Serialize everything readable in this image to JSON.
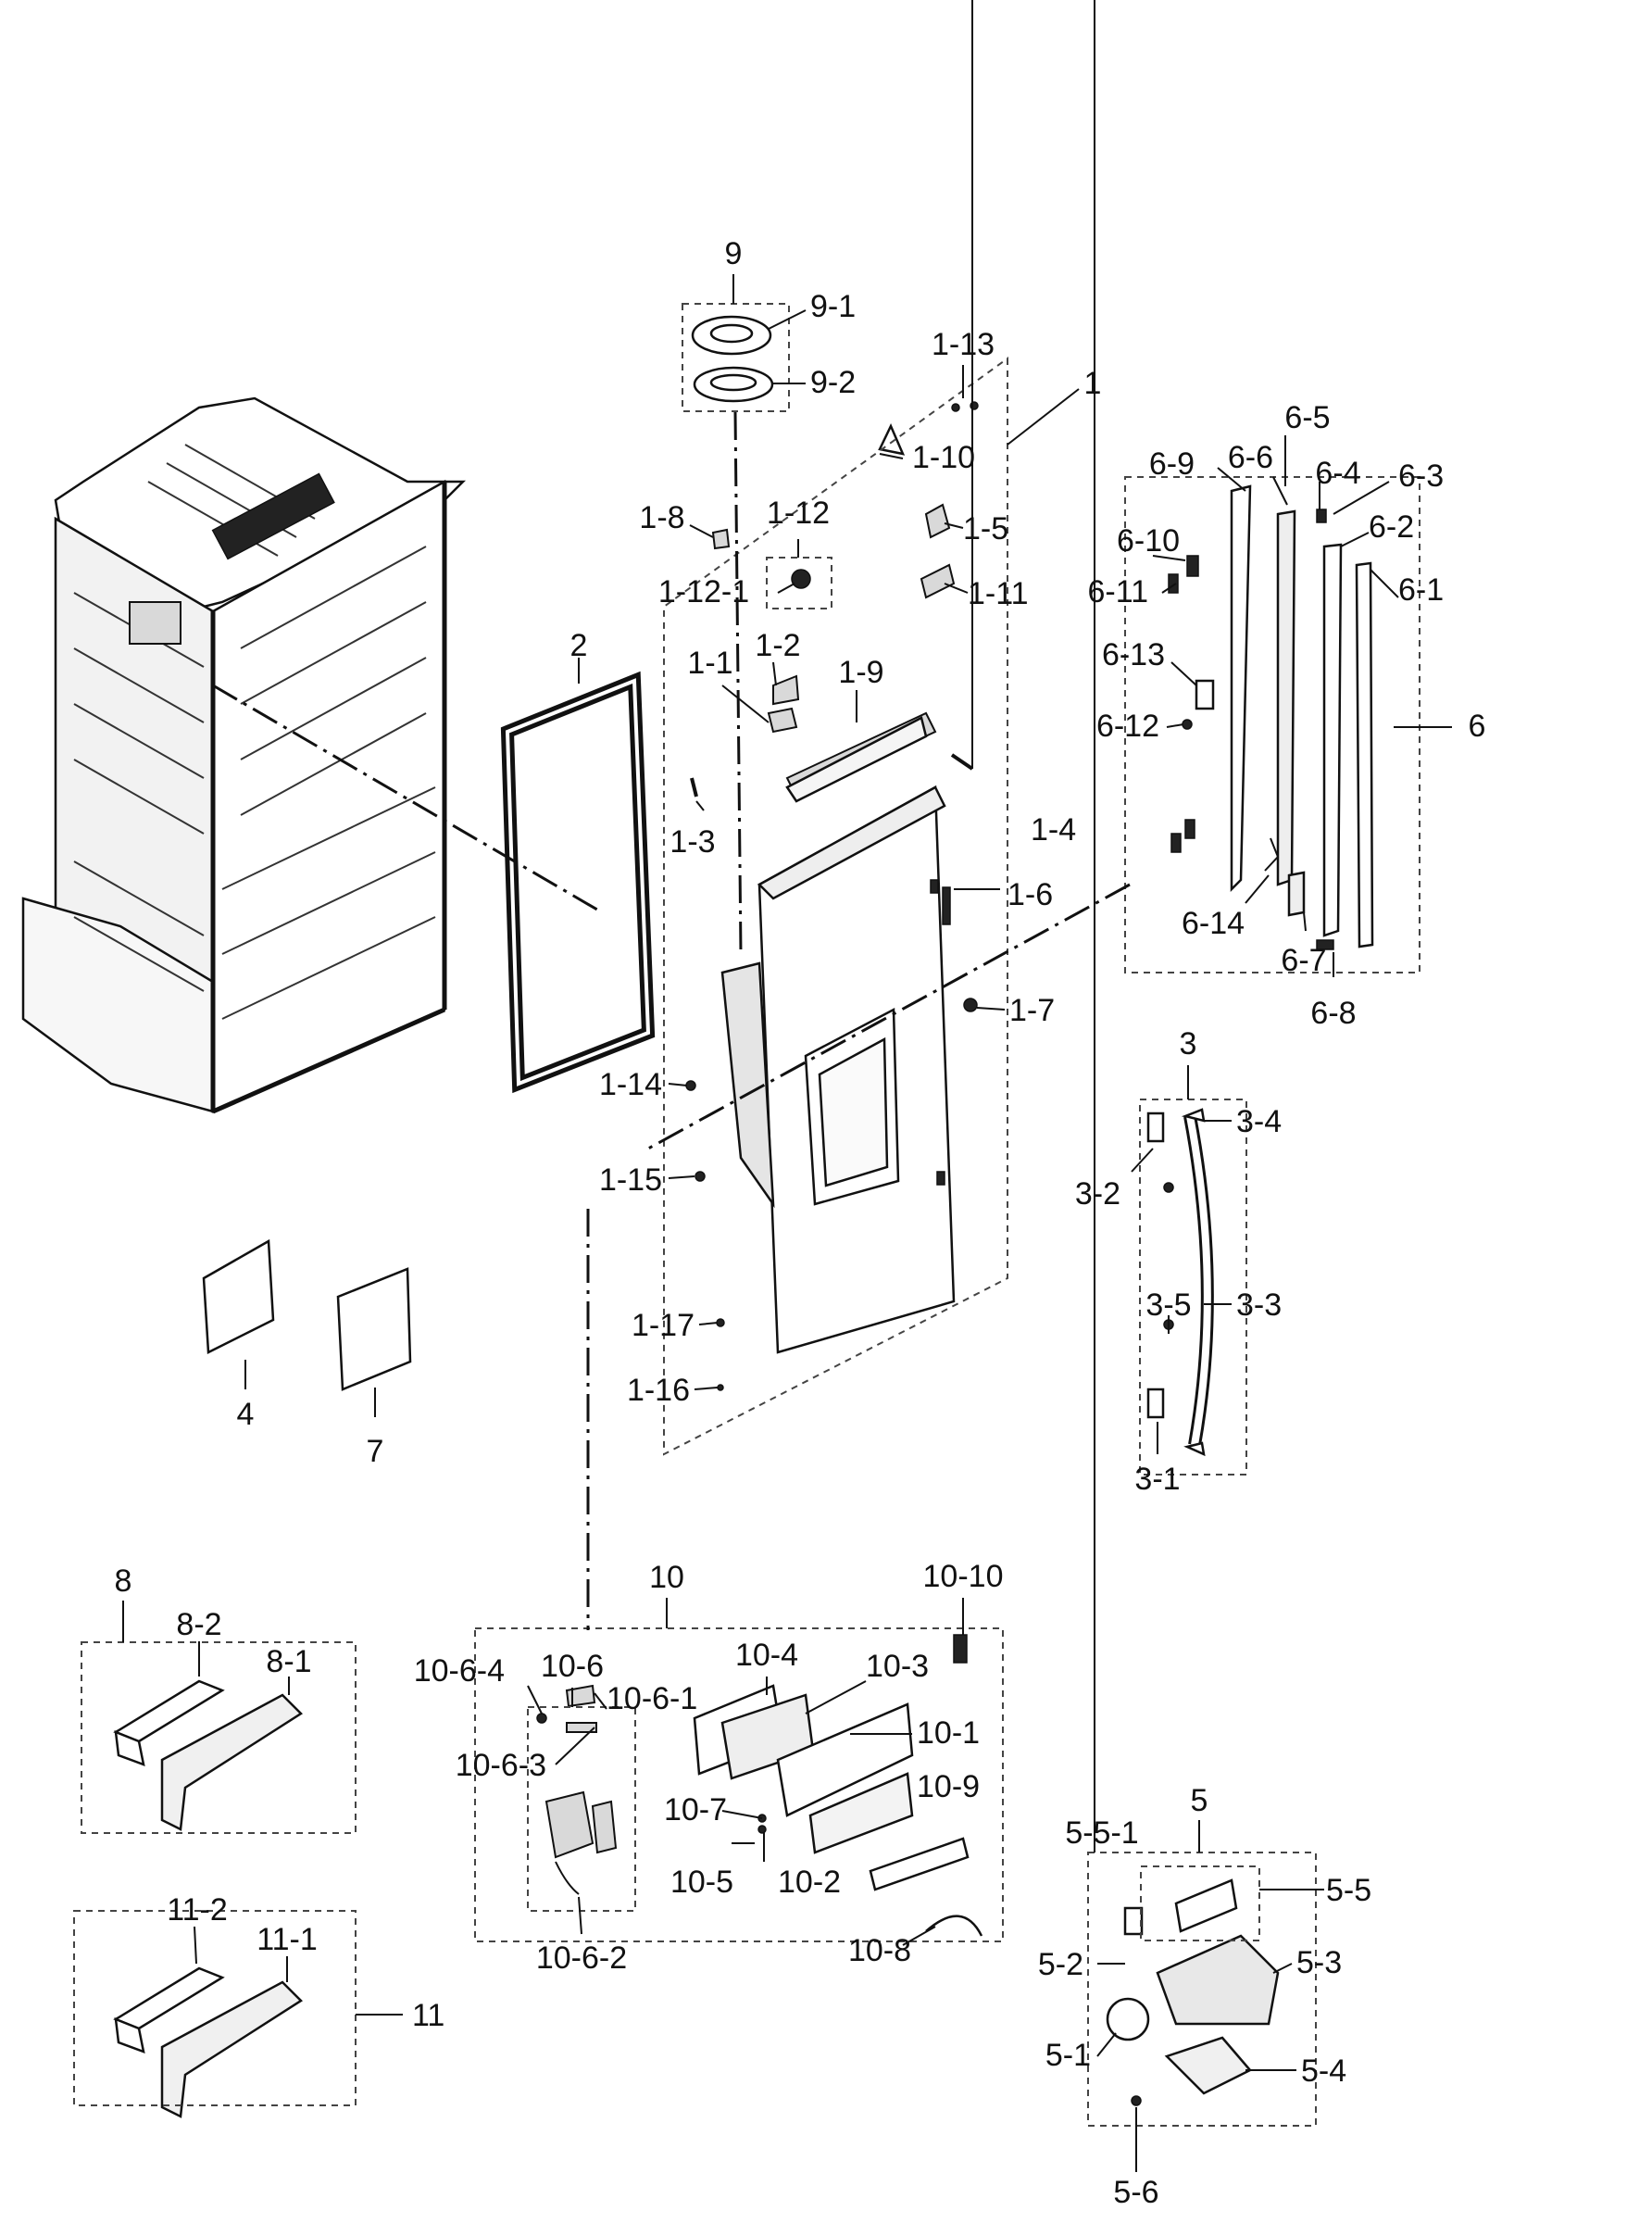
{
  "callouts": [
    {
      "id": "9",
      "text": "9"
    },
    {
      "id": "9-1",
      "text": "9-1"
    },
    {
      "id": "9-2",
      "text": "9-2"
    },
    {
      "id": "1-13",
      "text": "1-13"
    },
    {
      "id": "1",
      "text": "1"
    },
    {
      "id": "1-10",
      "text": "1-10"
    },
    {
      "id": "1-8",
      "text": "1-8"
    },
    {
      "id": "1-12",
      "text": "1-12"
    },
    {
      "id": "1-5",
      "text": "1-5"
    },
    {
      "id": "1-12-1",
      "text": "1-12-1"
    },
    {
      "id": "1-11",
      "text": "1-11"
    },
    {
      "id": "2",
      "text": "2"
    },
    {
      "id": "1-2",
      "text": "1-2"
    },
    {
      "id": "1-1",
      "text": "1-1"
    },
    {
      "id": "1-9",
      "text": "1-9"
    },
    {
      "id": "1-3",
      "text": "1-3"
    },
    {
      "id": "1-4",
      "text": "1-4"
    },
    {
      "id": "1-6",
      "text": "1-6"
    },
    {
      "id": "1-7",
      "text": "1-7"
    },
    {
      "id": "1-14",
      "text": "1-14"
    },
    {
      "id": "1-15",
      "text": "1-15"
    },
    {
      "id": "1-17",
      "text": "1-17"
    },
    {
      "id": "1-16",
      "text": "1-16"
    },
    {
      "id": "6-5",
      "text": "6-5"
    },
    {
      "id": "6-9",
      "text": "6-9"
    },
    {
      "id": "6-6",
      "text": "6-6"
    },
    {
      "id": "6-4",
      "text": "6-4"
    },
    {
      "id": "6-3",
      "text": "6-3"
    },
    {
      "id": "6-10",
      "text": "6-10"
    },
    {
      "id": "6-2",
      "text": "6-2"
    },
    {
      "id": "6-11",
      "text": "6-11"
    },
    {
      "id": "6-1",
      "text": "6-1"
    },
    {
      "id": "6-13",
      "text": "6-13"
    },
    {
      "id": "6-12",
      "text": "6-12"
    },
    {
      "id": "6",
      "text": "6"
    },
    {
      "id": "6-14",
      "text": "6-14"
    },
    {
      "id": "6-7",
      "text": "6-7"
    },
    {
      "id": "6-8",
      "text": "6-8"
    },
    {
      "id": "3",
      "text": "3"
    },
    {
      "id": "3-4",
      "text": "3-4"
    },
    {
      "id": "3-2",
      "text": "3-2"
    },
    {
      "id": "3-5",
      "text": "3-5"
    },
    {
      "id": "3-3",
      "text": "3-3"
    },
    {
      "id": "3-1",
      "text": "3-1"
    },
    {
      "id": "4",
      "text": "4"
    },
    {
      "id": "7",
      "text": "7"
    },
    {
      "id": "8",
      "text": "8"
    },
    {
      "id": "8-2",
      "text": "8-2"
    },
    {
      "id": "8-1",
      "text": "8-1"
    },
    {
      "id": "10",
      "text": "10"
    },
    {
      "id": "10-10",
      "text": "10-10"
    },
    {
      "id": "10-6",
      "text": "10-6"
    },
    {
      "id": "10-4",
      "text": "10-4"
    },
    {
      "id": "10-6-4",
      "text": "10-6-4"
    },
    {
      "id": "10-3",
      "text": "10-3"
    },
    {
      "id": "10-6-1",
      "text": "10-6-1"
    },
    {
      "id": "10-1",
      "text": "10-1"
    },
    {
      "id": "10-6-3",
      "text": "10-6-3"
    },
    {
      "id": "10-9",
      "text": "10-9"
    },
    {
      "id": "10-7",
      "text": "10-7"
    },
    {
      "id": "10-5",
      "text": "10-5"
    },
    {
      "id": "10-2",
      "text": "10-2"
    },
    {
      "id": "10-8",
      "text": "10-8"
    },
    {
      "id": "10-6-2",
      "text": "10-6-2"
    },
    {
      "id": "5",
      "text": "5"
    },
    {
      "id": "5-5-1",
      "text": "5-5-1"
    },
    {
      "id": "5-5",
      "text": "5-5"
    },
    {
      "id": "5-2",
      "text": "5-2"
    },
    {
      "id": "5-3",
      "text": "5-3"
    },
    {
      "id": "5-1",
      "text": "5-1"
    },
    {
      "id": "5-4",
      "text": "5-4"
    },
    {
      "id": "5-6",
      "text": "5-6"
    },
    {
      "id": "11-2",
      "text": "11-2"
    },
    {
      "id": "11-1",
      "text": "11-1"
    },
    {
      "id": "11",
      "text": "11"
    }
  ]
}
